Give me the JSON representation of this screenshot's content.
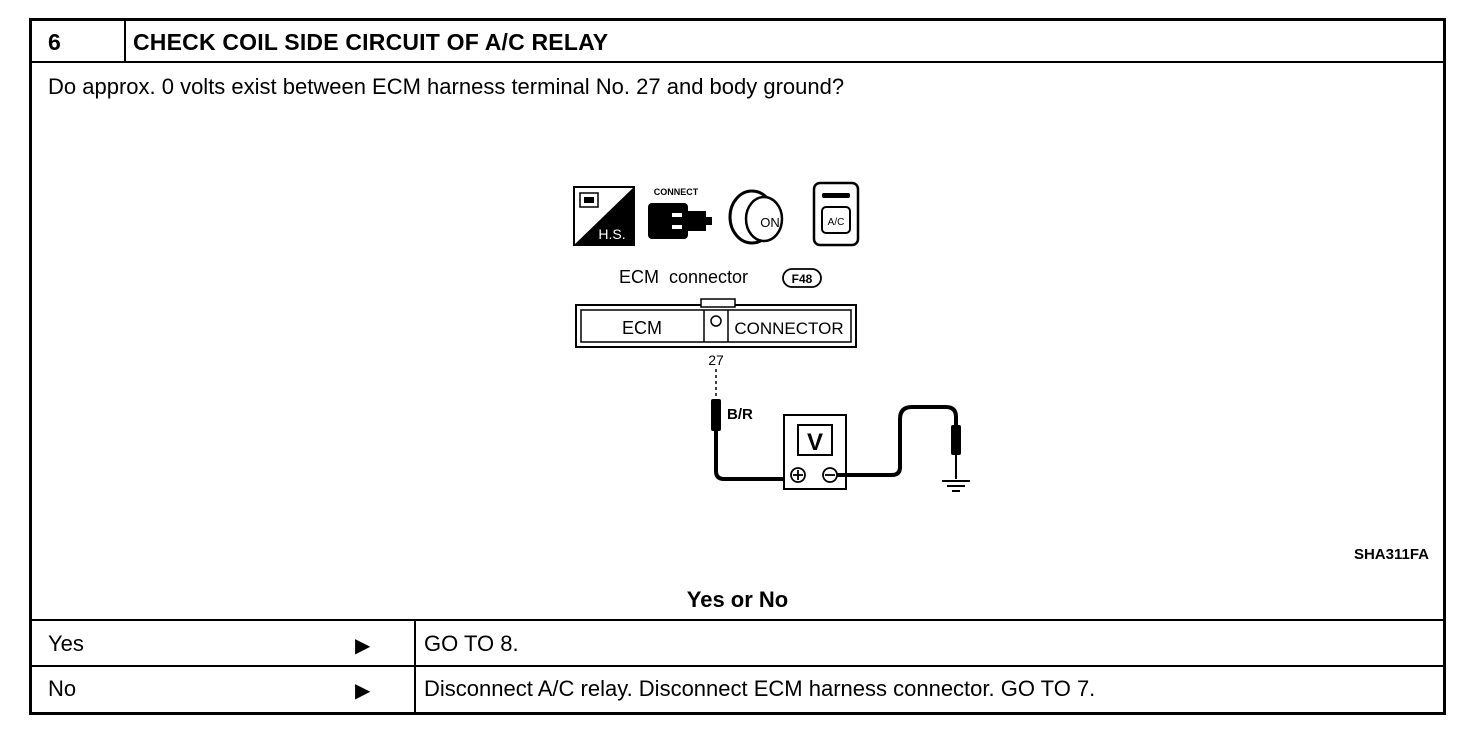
{
  "header": {
    "step_number": "6",
    "title": "CHECK COIL SIDE CIRCUIT OF A/C RELAY"
  },
  "question": "Do approx. 0 volts exist between ECM harness terminal No. 27 and body ground?",
  "diagram": {
    "icons": {
      "hs_label": "H.S.",
      "connect_label": "CONNECT",
      "ignition_label": "ON",
      "ac_label": "A/C"
    },
    "connector_caption": "ECM  connector",
    "connector_code": "F48",
    "connector_left_label": "ECM",
    "connector_right_label": "CONNECTOR",
    "terminal_number": "27",
    "wire_color": "B/R",
    "meter_label": "V",
    "figure_code": "SHA311FA"
  },
  "result_label": "Yes or No",
  "rows": [
    {
      "answer": "Yes",
      "arrow": "▶",
      "action": "GO TO 8."
    },
    {
      "answer": "No",
      "arrow": "▶",
      "action": "Disconnect A/C relay. Disconnect ECM harness connector. GO TO 7."
    }
  ]
}
